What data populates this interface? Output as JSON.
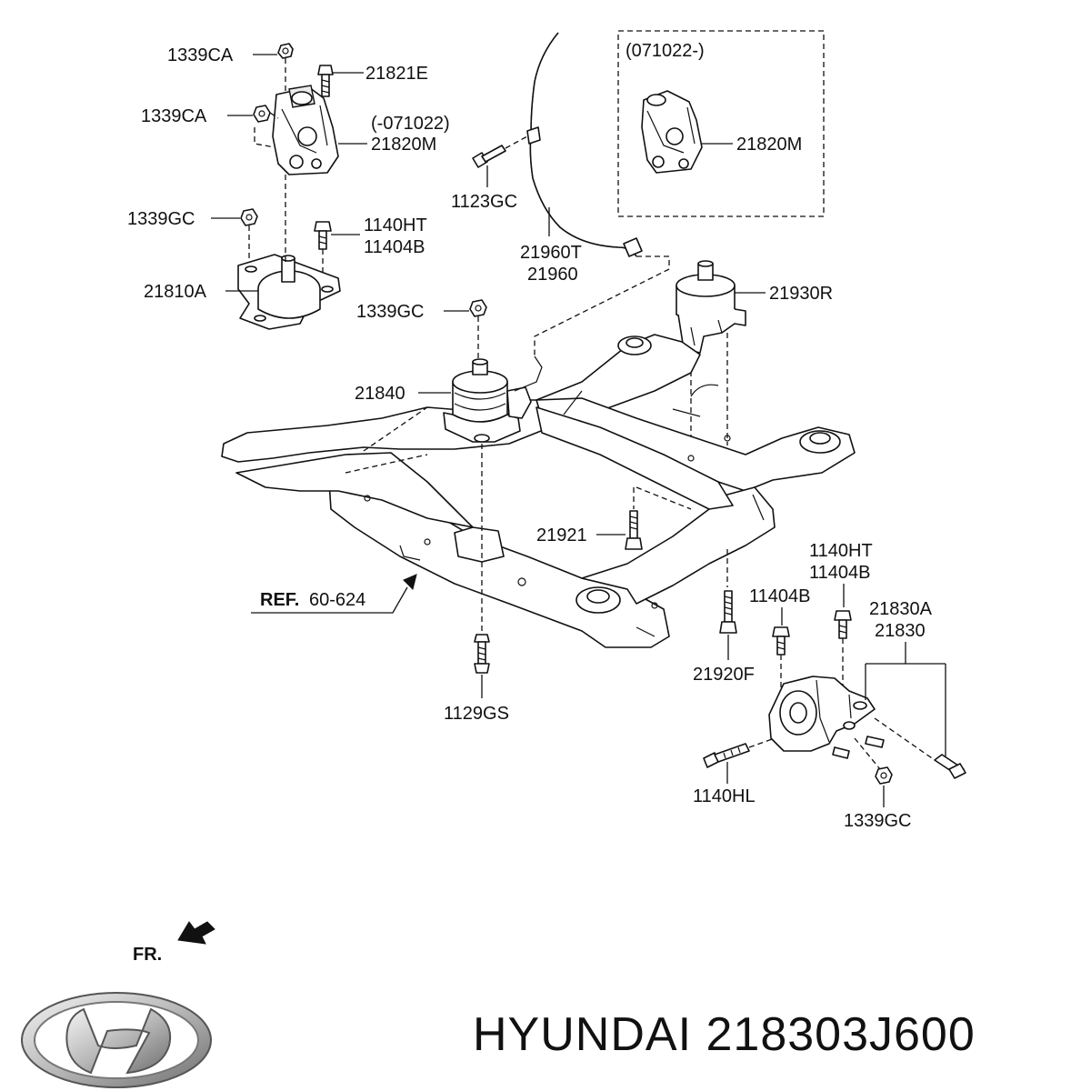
{
  "labels": {
    "nut_1339ca_top": "1339CA",
    "bolt_21821e": "21821E",
    "nut_1339ca_mid": "1339CA",
    "date_before": "(-071022)",
    "bracket_21820m_left": "21820M",
    "nut_1339gc_left": "1339GC",
    "bolt_1140ht_left": "1140HT",
    "bolt_11404b_left": "11404B",
    "mount_21810a": "21810A",
    "bolt_1123gc": "1123GC",
    "cable_21960t": "21960T",
    "cable_21960": "21960",
    "date_after": "(071022-)",
    "bracket_21820m_right": "21820M",
    "mount_21930r": "21930R",
    "nut_1339gc_center": "1339GC",
    "mount_21840": "21840",
    "bolt_21921": "21921",
    "ref_bold": "REF.",
    "ref_number": "60-624",
    "bolt_1129gs": "1129GS",
    "bolt_21920f": "21920F",
    "bolt_1140ht_right": "1140HT",
    "bolt_11404b_right_top": "11404B",
    "bolt_11404b_right": "11404B",
    "mount_21830a": "21830A",
    "mount_21830": "21830",
    "bolt_1140hl": "1140HL",
    "nut_1339gc_bottom": "1339GC",
    "front_direction": "FR."
  },
  "brand": {
    "caption": "HYUNDAI 218303J600",
    "logo_icon": "hyundai-logo-icon"
  }
}
